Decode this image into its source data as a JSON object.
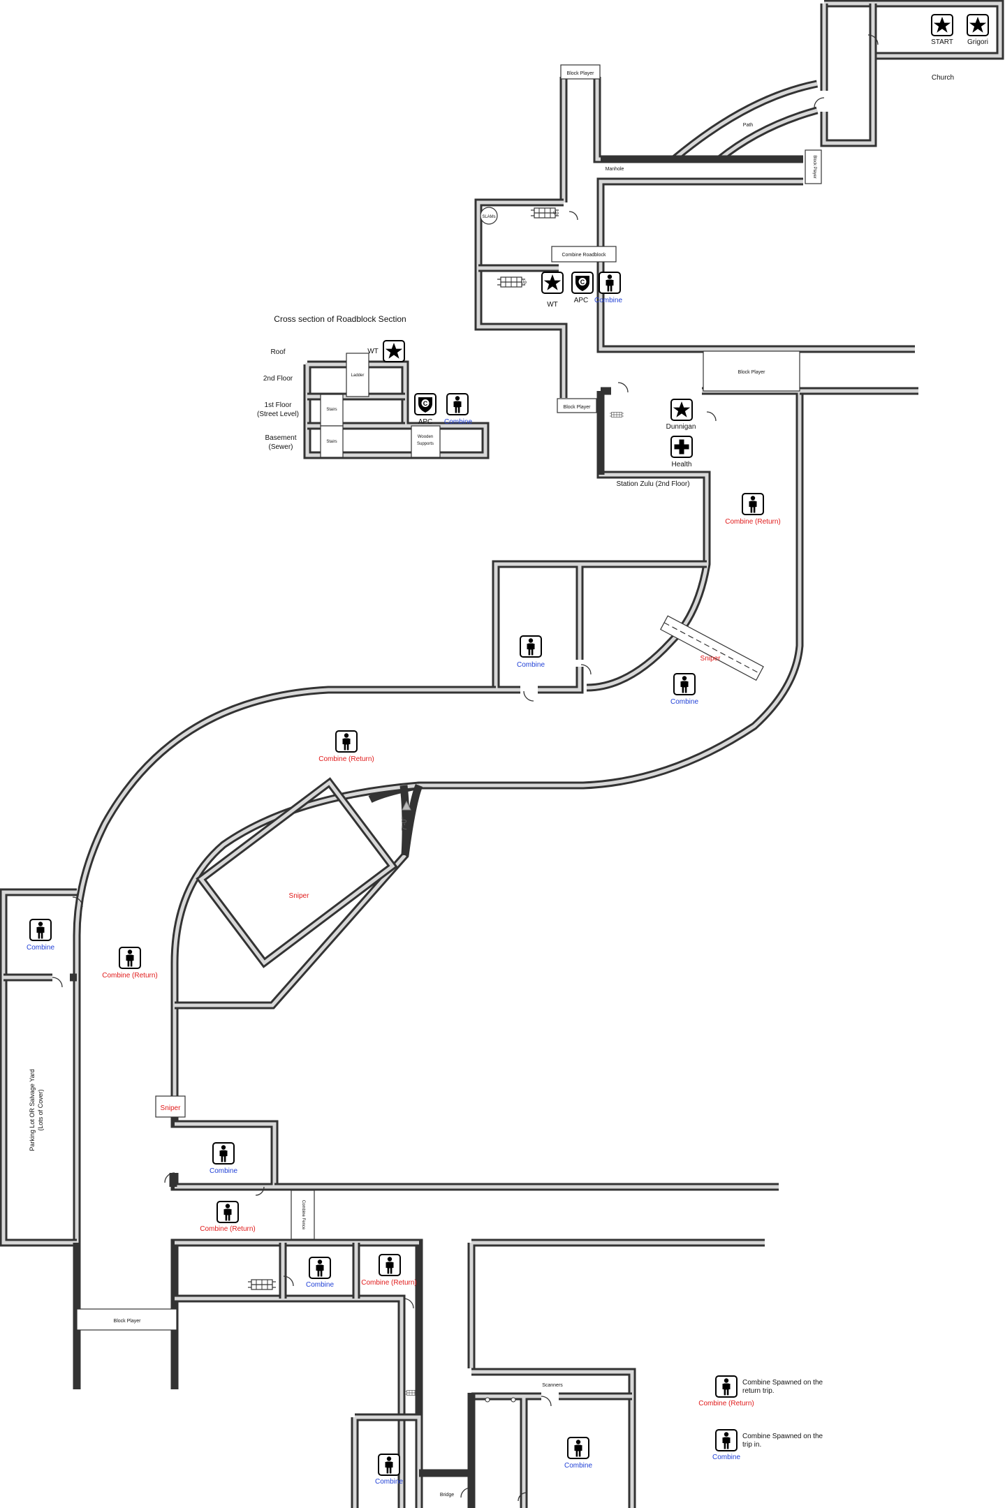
{
  "title": "Cross section of Roadblock Section",
  "cross_section": {
    "levels": [
      "Roof",
      "2nd Floor",
      "1st Floor\n(Street Level)",
      "Basement\n(Sewer)"
    ],
    "level_roof": "Roof",
    "level_2nd": "2nd Floor",
    "level_1st_a": "1st Floor",
    "level_1st_b": "(Street Level)",
    "level_base_a": "Basement",
    "level_base_b": "(Sewer)",
    "ladder": "Ladder",
    "stairs_upper": "Stairs",
    "stairs_lower": "Stairs",
    "wooden_supports_a": "Wooden",
    "wooden_supports_b": "Supports",
    "wt": "WT",
    "apc": "APC",
    "combine": "Combine"
  },
  "labels": {
    "start": "START",
    "grigori": "Grigori",
    "church": "Church",
    "path": "Path",
    "manhole": "Manhole",
    "block_player": "Block Player",
    "block_player_vertical": "Block Player",
    "slams": "SLAMs",
    "up": "Up",
    "combine_roadblock": "Combine Roadblock",
    "wt": "WT",
    "apc": "APC",
    "combine": "Combine",
    "dunnigan": "Dunnigan",
    "health": "Health",
    "station_zulu": "Station Zulu (2nd Floor)",
    "combine_return": "Combine (Return)",
    "sniper": "Sniper",
    "height_mark": "7'-0\"",
    "parking_a": "Parking Lot OR Salvage Yard",
    "parking_b": "(Lots of Cover)",
    "combine_fence": "Combine Fence",
    "scanners": "Scanners",
    "bridge": "Bridge"
  },
  "legend": {
    "return_text_a": "Combine Spawned on the",
    "return_text_b": "return trip.",
    "return_label": "Combine (Return)",
    "in_text_a": "Combine Spawned on the",
    "in_text_b": "trip in.",
    "in_label": "Combine"
  },
  "colors": {
    "wall": "#333333",
    "wall_inner": "#d8d8d8",
    "combine_in": "#1f3fd6",
    "combine_return": "#e01818",
    "background": "#ffffff"
  },
  "icons": [
    "star-icon",
    "apc-shield-icon",
    "soldier-icon",
    "health-cross-icon",
    "slam-icon",
    "door-icon"
  ]
}
